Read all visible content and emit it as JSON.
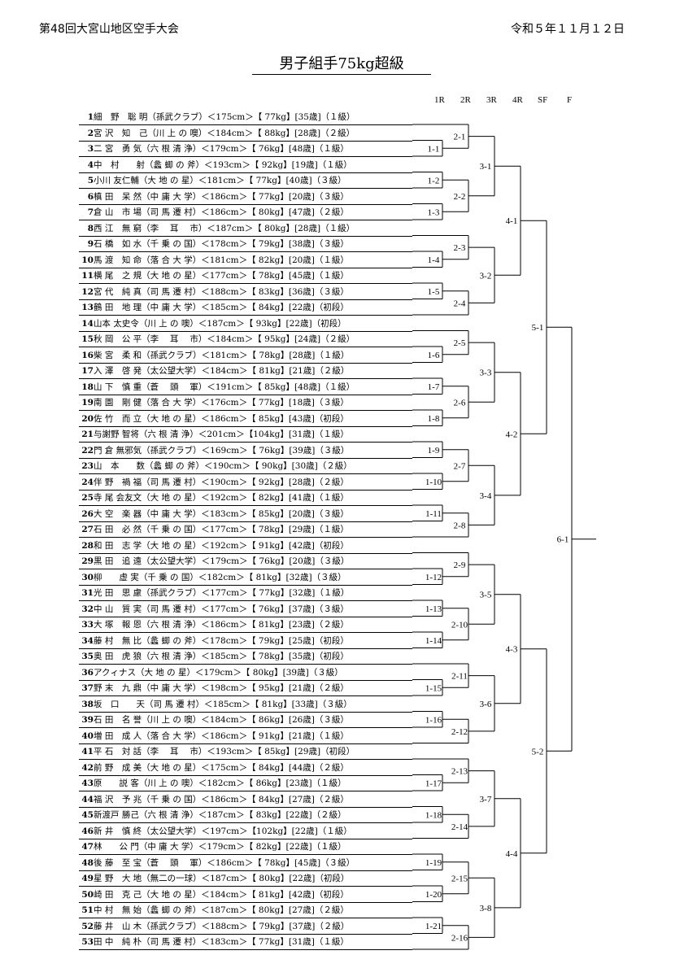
{
  "header": {
    "event": "第48回大宮山地区空手大会",
    "date": "令和５年１１月１２日"
  },
  "title": "男子組手75kg超級",
  "rounds": [
    "1R",
    "2R",
    "3R",
    "4R",
    "SF",
    "F"
  ],
  "entries": [
    {
      "no": "1",
      "text": "細　野　聡 明（孫武クラブ）＜175cm＞【 77kg】[35歳]（１級）"
    },
    {
      "no": "2",
      "text": "宮 沢　知　己（川 上 の 噢）＜184cm＞【 88kg】[28歳]（２級）"
    },
    {
      "no": "3",
      "text": "二 宮　勇 気（六 根 清 浄）＜179cm＞【 76kg】[48歳]（１級）"
    },
    {
      "no": "4",
      "text": "中　村　　射（蠡 蝍 の 斧）＜193cm＞【 92kg】[19歳]（１級）"
    },
    {
      "no": "5",
      "text": "小川 友仁輔（大 地 の 星）＜181cm＞【 77kg】[40歳]（３級）"
    },
    {
      "no": "6",
      "text": "槙 田　呆 然（中 庸 大 学）＜186cm＞【 77kg】[20歳]（３級）"
    },
    {
      "no": "7",
      "text": "倉 山　市 場（司 馬 遷 村）＜186cm＞【 80kg】[47歳]（２級）"
    },
    {
      "no": "8",
      "text": "西 江　無 窮（李　 耳　 市）＜187cm＞【 80kg】[28歳]（１級）"
    },
    {
      "no": "9",
      "text": "石 橋　如 水（千 乗 の 国）＜178cm＞【 79kg】[38歳]（３級）"
    },
    {
      "no": "10",
      "text": "馬 渡　知 命（落 合 大 学）＜181cm＞【 82kg】[20歳]（１級）"
    },
    {
      "no": "11",
      "text": "横 尾　之 規（大 地 の 星）＜177cm＞【 78kg】[45歳]（１級）"
    },
    {
      "no": "12",
      "text": "宮 代　純 真（司 馬 遷 村）＜188cm＞【 83kg】[36歳]（３級）"
    },
    {
      "no": "13",
      "text": "鶴 田　地 理（中 庸 大 学）＜185cm＞【 84kg】[22歳]（初段）"
    },
    {
      "no": "14",
      "text": "山本 太史令（川 上 の 噢）＜187cm＞【 93kg】[22歳]（初段）"
    },
    {
      "no": "15",
      "text": "秋 岡　公 平（李　 耳　 市）＜184cm＞【 95kg】[24歳]（２級）"
    },
    {
      "no": "16",
      "text": "柴 宮　柔 和（孫武クラブ）＜181cm＞【 78kg】[28歳]（１級）"
    },
    {
      "no": "17",
      "text": "入 澤　啓 発（太公望大学）＜184cm＞【 81kg】[21歳]（２級）"
    },
    {
      "no": "18",
      "text": "山 下　慎 重（蒼　 頭　 軍）＜191cm＞【 85kg】[48歳]（１級）"
    },
    {
      "no": "19",
      "text": "南 園　剛 健（落 合 大 学）＜176cm＞【 77kg】[18歳]（３級）"
    },
    {
      "no": "20",
      "text": "佐 竹　而 立（大 地 の 星）＜186cm＞【 85kg】[43歳]（初段）"
    },
    {
      "no": "21",
      "text": "与謝野 智将（六 根 清 浄）＜201cm＞【104kg】[31歳]（１級）"
    },
    {
      "no": "22",
      "text": "門 倉 無邪気（孫武クラブ）＜169cm＞【 76kg】[39歳]（３級）"
    },
    {
      "no": "23",
      "text": "山　本　　数（蠡 蝍 の 斧）＜190cm＞【 90kg】[30歳]（２級）"
    },
    {
      "no": "24",
      "text": "伴 野　禍 福（司 馬 遷 村）＜190cm＞【 92kg】[28歳]（２級）"
    },
    {
      "no": "25",
      "text": "寺 尾 会友文（大 地 の 星）＜192cm＞【 82kg】[41歳]（１級）"
    },
    {
      "no": "26",
      "text": "大 空　楽 器（中 庸 大 学）＜183cm＞【 85kg】[20歳]（３級）"
    },
    {
      "no": "27",
      "text": "石 田　必 然（千 乗 の 国）＜177cm＞【 78kg】[29歳]（１級）"
    },
    {
      "no": "28",
      "text": "和 田　志 学（大 地 の 星）＜192cm＞【 91kg】[42歳]（初段）"
    },
    {
      "no": "29",
      "text": "黒 田　追 遠（太公望大学）＜179cm＞【 76kg】[20歳]（３級）"
    },
    {
      "no": "30",
      "text": "柳　　虚 実（千 乗 の 国）＜182cm＞【 81kg】[32歳]（３級）"
    },
    {
      "no": "31",
      "text": "光 田　思 慮（孫武クラブ）＜177cm＞【 77kg】[32歳]（１級）"
    },
    {
      "no": "32",
      "text": "中 山　質 実（司 馬 遷 村）＜177cm＞【 76kg】[37歳]（３級）"
    },
    {
      "no": "33",
      "text": "大 塚　報 恩（六 根 清 浄）＜186cm＞【 81kg】[23歳]（２級）"
    },
    {
      "no": "34",
      "text": "藤 村　無 比（蠡 蝍 の 斧）＜178cm＞【 79kg】[25歳]（初段）"
    },
    {
      "no": "35",
      "text": "奥 田　虎 狼（六 根 清 浄）＜185cm＞【 78kg】[35歳]（初段）"
    },
    {
      "no": "36",
      "text": "アクィナス（大 地 の 星）＜179cm＞【 80kg】[39歳]（３級）"
    },
    {
      "no": "37",
      "text": "野 末　九 鼎（中 庸 大 学）＜198cm＞【 95kg】[21歳]（２級）"
    },
    {
      "no": "38",
      "text": "坂　口　　天（司 馬 遷 村）＜185cm＞【 81kg】[33歳]（３級）"
    },
    {
      "no": "39",
      "text": "石 田　名 誉（川 上 の 噢）＜184cm＞【 86kg】[26歳]（３級）"
    },
    {
      "no": "40",
      "text": "増 田　成 人（落 合 大 学）＜186cm＞【 91kg】[21歳]（１級）"
    },
    {
      "no": "41",
      "text": "平 石　対 話（李　 耳　 市）＜193cm＞【 85kg】[29歳]（初段）"
    },
    {
      "no": "42",
      "text": "前 野　成 美（大 地 の 星）＜175cm＞【 84kg】[44歳]（２級）"
    },
    {
      "no": "43",
      "text": "原　　説 客（川 上 の 噢）＜182cm＞【 86kg】[23歳]（１級）"
    },
    {
      "no": "44",
      "text": "福 沢　予 兆（千 乗 の 国）＜186cm＞【 84kg】[27歳]（２級）"
    },
    {
      "no": "45",
      "text": "新渡戸 勝己（六 根 清 浄）＜187cm＞【 83kg】[22歳]（２級）"
    },
    {
      "no": "46",
      "text": "新 井　慎 終（太公望大学）＜197cm＞【102kg】[22歳]（１級）"
    },
    {
      "no": "47",
      "text": "林　　公 門（中 庸 大 学）＜179cm＞【 82kg】[22歳]（１級）"
    },
    {
      "no": "48",
      "text": "後 藤　至 宝（蒼　 頭　 軍）＜186cm＞【 78kg】[45歳]（３級）"
    },
    {
      "no": "49",
      "text": "星 野　大 地（無二の一球）＜187cm＞【 80kg】[22歳]（初段）"
    },
    {
      "no": "50",
      "text": "崎 田　克 己（大 地 の 星）＜184cm＞【 81kg】[42歳]（初段）"
    },
    {
      "no": "51",
      "text": "中 村　無 始（蠡 蝍 の 斧）＜187cm＞【 80kg】[27歳]（２級）"
    },
    {
      "no": "52",
      "text": "藤 井　山 木（孫武クラブ）＜188cm＞【 79kg】[37歳]（２級）"
    },
    {
      "no": "53",
      "text": "田 中　純 朴（司 馬 遷 村）＜183cm＞【 77kg】[31歳]（１級）"
    }
  ],
  "matches": {
    "r1": [
      "1-1",
      "1-2",
      "1-3",
      "1-4",
      "1-5",
      "1-6",
      "1-7",
      "1-8",
      "1-9",
      "1-10",
      "1-11",
      "1-12",
      "1-13",
      "1-14",
      "1-15",
      "1-16",
      "1-17",
      "1-18",
      "1-19",
      "1-20",
      "1-21"
    ],
    "r2": [
      "2-1",
      "2-2",
      "2-3",
      "2-4",
      "2-5",
      "2-6",
      "2-7",
      "2-8",
      "2-9",
      "2-10",
      "2-11",
      "2-12",
      "2-13",
      "2-14",
      "2-15",
      "2-16"
    ],
    "r3": [
      "3-1",
      "3-2",
      "3-3",
      "3-4",
      "3-5",
      "3-6",
      "3-7",
      "3-8"
    ],
    "r4": [
      "4-1",
      "4-2",
      "4-3",
      "4-4"
    ],
    "sf": [
      "5-1",
      "5-2"
    ],
    "f": [
      "6-1"
    ]
  }
}
